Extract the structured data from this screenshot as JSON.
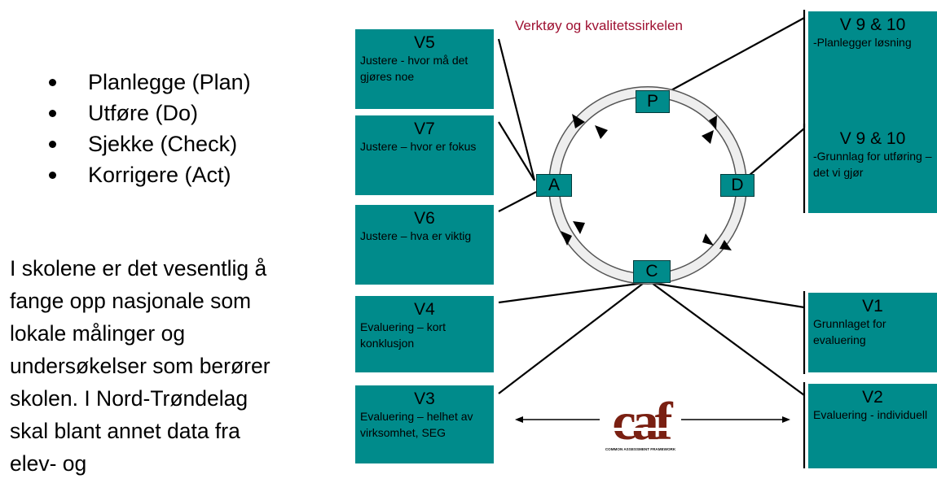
{
  "bullets": [
    "Planlegge (Plan)",
    "Utføre (Do)",
    "Sjekke (Check)",
    "Korrigere (Act)"
  ],
  "body_text": "I skolene er det vesentlig å fange opp nasjonale som lokale målinger og undersøkelser som berører skolen. I Nord-Trøndelag skal blant annet data fra elev- og",
  "diagram": {
    "title": "Verktøy og kvalitetssirkelen",
    "cycle": {
      "p": "P",
      "d": "D",
      "c": "C",
      "a": "A"
    },
    "boxes": {
      "v5": {
        "title": "V5",
        "text": "Justere - hvor må det gjøres noe"
      },
      "v7": {
        "title": "V7",
        "text": "Justere – hvor er fokus"
      },
      "v6": {
        "title": "V6",
        "text": "Justere – hva er viktig"
      },
      "v4": {
        "title": "V4",
        "text": "Evaluering – kort konklusjon"
      },
      "v3": {
        "title": "V3",
        "text": "Evaluering – helhet av virksomhet, SEG"
      },
      "v910a": {
        "title": "V 9 & 10",
        "text": "-Planlegger løsning"
      },
      "v910b": {
        "title": "V 9 & 10",
        "text": "-Grunnlag for utføring – det vi gjør"
      },
      "v1": {
        "title": "V1",
        "text": "Grunnlaget for evaluering"
      },
      "v2": {
        "title": "V2",
        "text": "Evaluering - individuell"
      }
    },
    "logo": {
      "letters": "caf",
      "caption": "COMMON ASSESSMENT FRAMEWORK"
    }
  },
  "colors": {
    "box": "#008b8b",
    "title": "#9e1031",
    "logo": "#7a2012"
  }
}
